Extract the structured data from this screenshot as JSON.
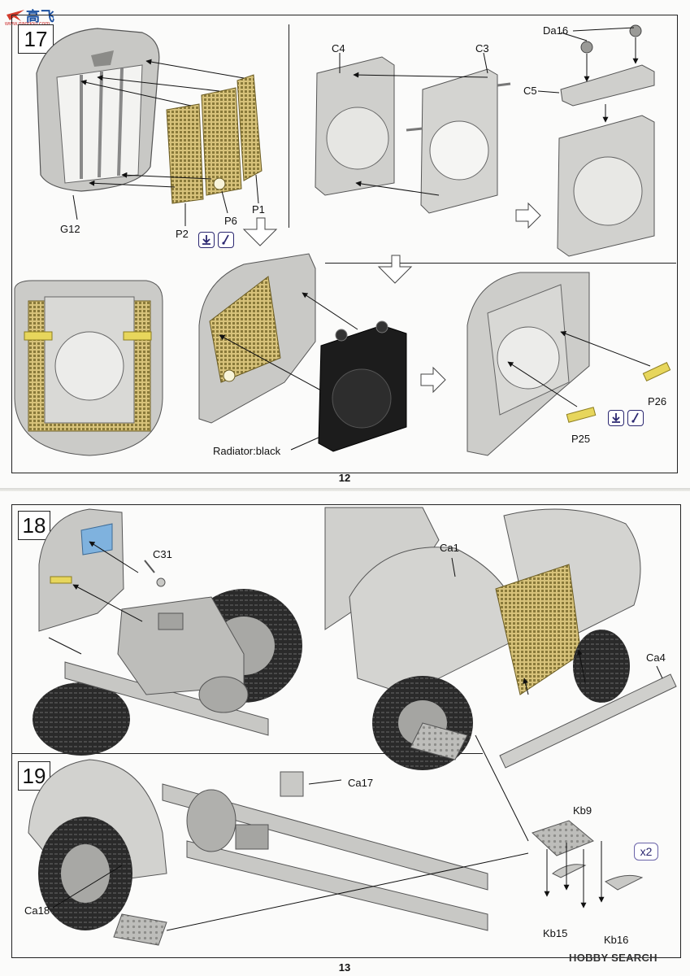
{
  "watermark": {
    "logo_text": "高飞网",
    "logo_url": "www.gaogou.com"
  },
  "footer_brand": "HOBBY SEARCH",
  "page12": {
    "page_number": "12",
    "step17": {
      "step_label": "17",
      "parts": {
        "G12": "G12",
        "P2": "P2",
        "P6": "P6",
        "P1": "P1",
        "C4": "C4",
        "C3": "C3",
        "Da16": "Da16",
        "C5": "C5",
        "P26": "P26",
        "P25": "P25",
        "radiator": "Radiator:black"
      }
    }
  },
  "page13": {
    "page_number": "13",
    "step18": {
      "step_label": "18",
      "parts": {
        "C31": "C31",
        "Ca1": "Ca1",
        "Ca4": "Ca4"
      }
    },
    "step19": {
      "step_label": "19",
      "parts": {
        "Ca17": "Ca17",
        "Ca18": "Ca18",
        "Kb9": "Kb9",
        "Kb15": "Kb15",
        "Kb16": "Kb16"
      },
      "multiplier": "x2"
    }
  },
  "colors": {
    "photo_etch": "#c9b45a",
    "radiator": "#1c1c1c",
    "plastic": "#c9c9c6",
    "clear_blue": "#7fb2de",
    "icon_ink": "#2b2770"
  },
  "icons": [
    "bend-fold-icon",
    "glue-icon",
    "step-arrow-down-icon",
    "step-arrow-right-icon"
  ]
}
